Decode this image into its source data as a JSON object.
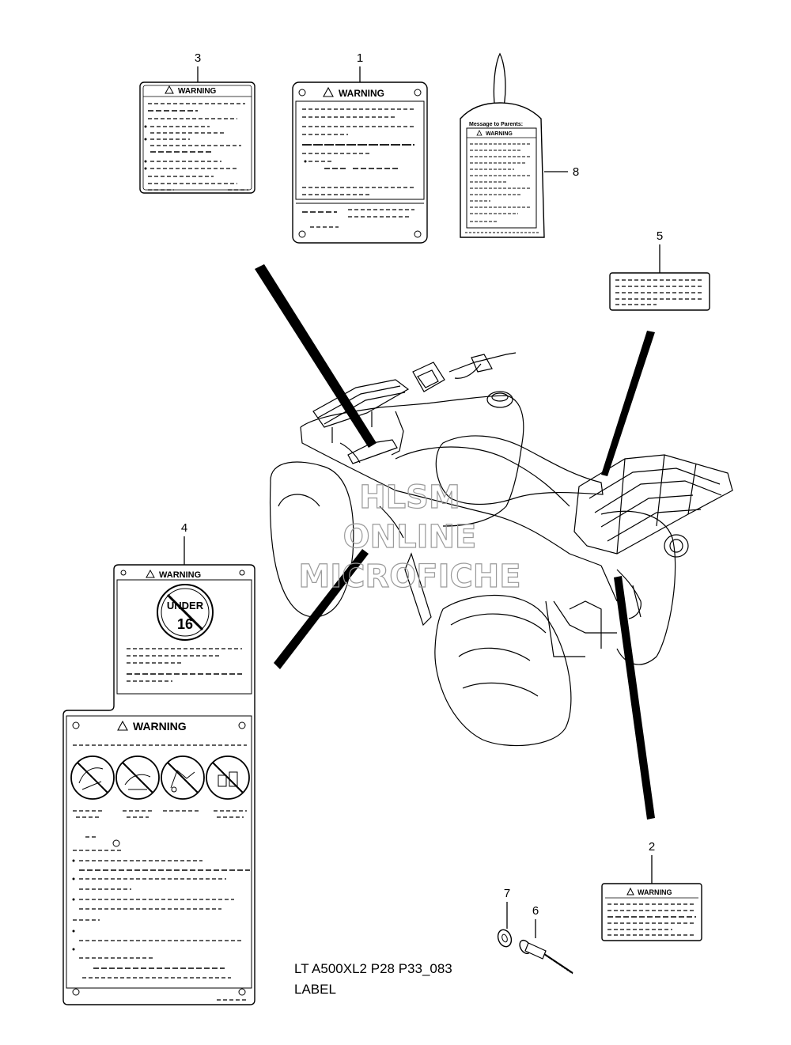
{
  "diagram": {
    "watermark": [
      "HLSM",
      "ONLINE",
      "MICROFICHE"
    ],
    "caption": [
      "LT A500XL2 P28 P33_083",
      "LABEL"
    ],
    "callouts": [
      "1",
      "2",
      "3",
      "4",
      "5",
      "6",
      "7",
      "8"
    ],
    "labels": {
      "warning": "WARNING",
      "warning_small": "WARNING",
      "message_to_parents": "Message to Parents:",
      "under": "UNDER",
      "age": "16"
    }
  }
}
